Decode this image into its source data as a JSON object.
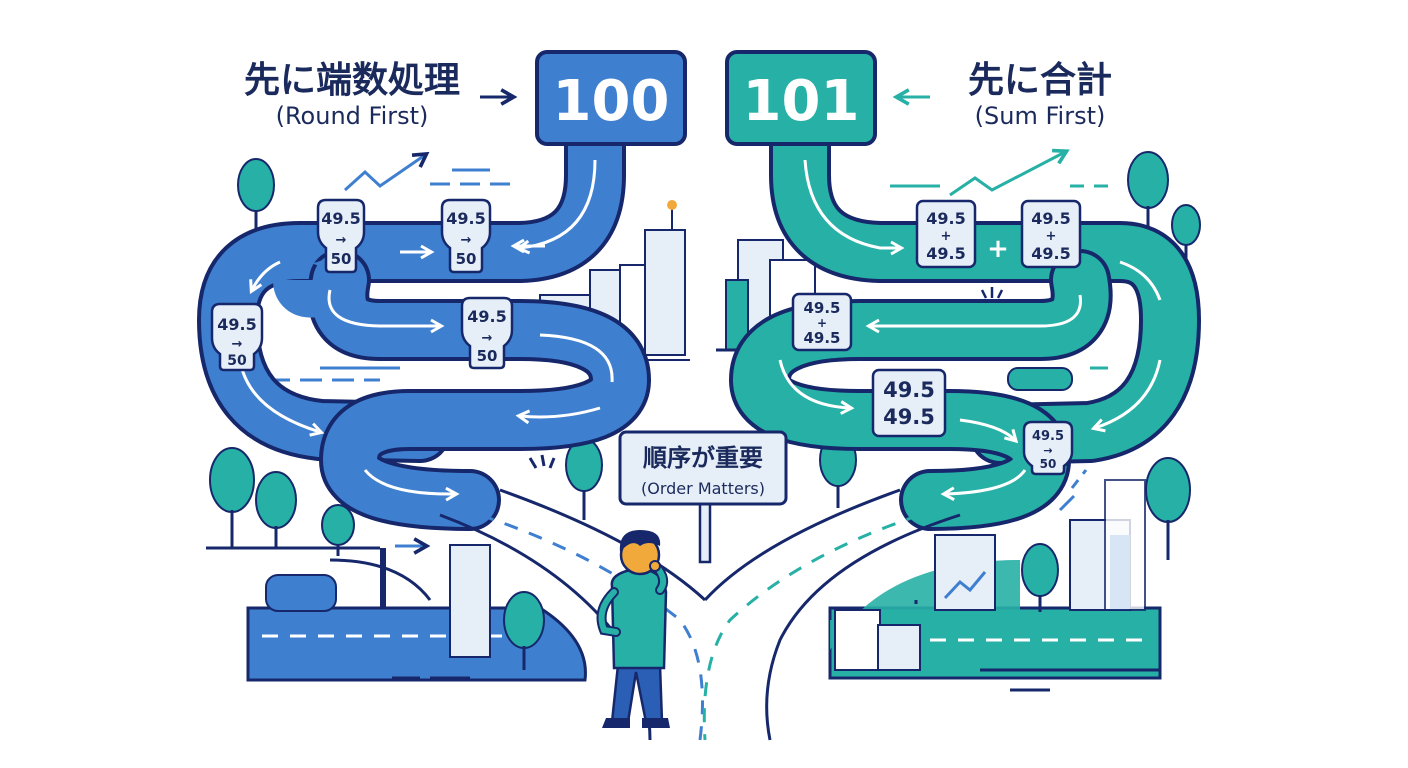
{
  "left": {
    "title_jp": "先に端数処理",
    "title_en": "(Round First)",
    "result": "100",
    "steps": [
      {
        "top": "49.5",
        "mid": "→",
        "bottom": "50"
      },
      {
        "top": "49.5",
        "mid": "→",
        "bottom": "50"
      },
      {
        "top": "49.5",
        "mid": "→",
        "bottom": "50"
      },
      {
        "top": "49.5",
        "mid": "→",
        "bottom": "50"
      }
    ]
  },
  "right": {
    "title_jp": "先に合計",
    "title_en": "(Sum First)",
    "result": "101",
    "steps": [
      {
        "top": "49.5",
        "mid": "+",
        "bottom": "49.5"
      },
      {
        "top": "49.5",
        "mid": "+",
        "bottom": "49.5"
      },
      {
        "top": "49.5",
        "mid": "+",
        "bottom": "49.5"
      },
      {
        "top": "49.5",
        "mid": "",
        "bottom": "49.5"
      },
      {
        "top": "49.5",
        "mid": "→",
        "bottom": "50"
      }
    ],
    "plus_sign": "+"
  },
  "sign": {
    "jp": "順序が重要",
    "en": "(Order Matters)"
  },
  "colors": {
    "left_road": "#3f7fd0",
    "left_road_dark": "#1b3f8c",
    "right_road": "#27b0a6",
    "right_road_dark": "#17706a",
    "outline": "#16286b",
    "bubble_fill": "#e6eef8",
    "ink": "#1b2a5c"
  }
}
